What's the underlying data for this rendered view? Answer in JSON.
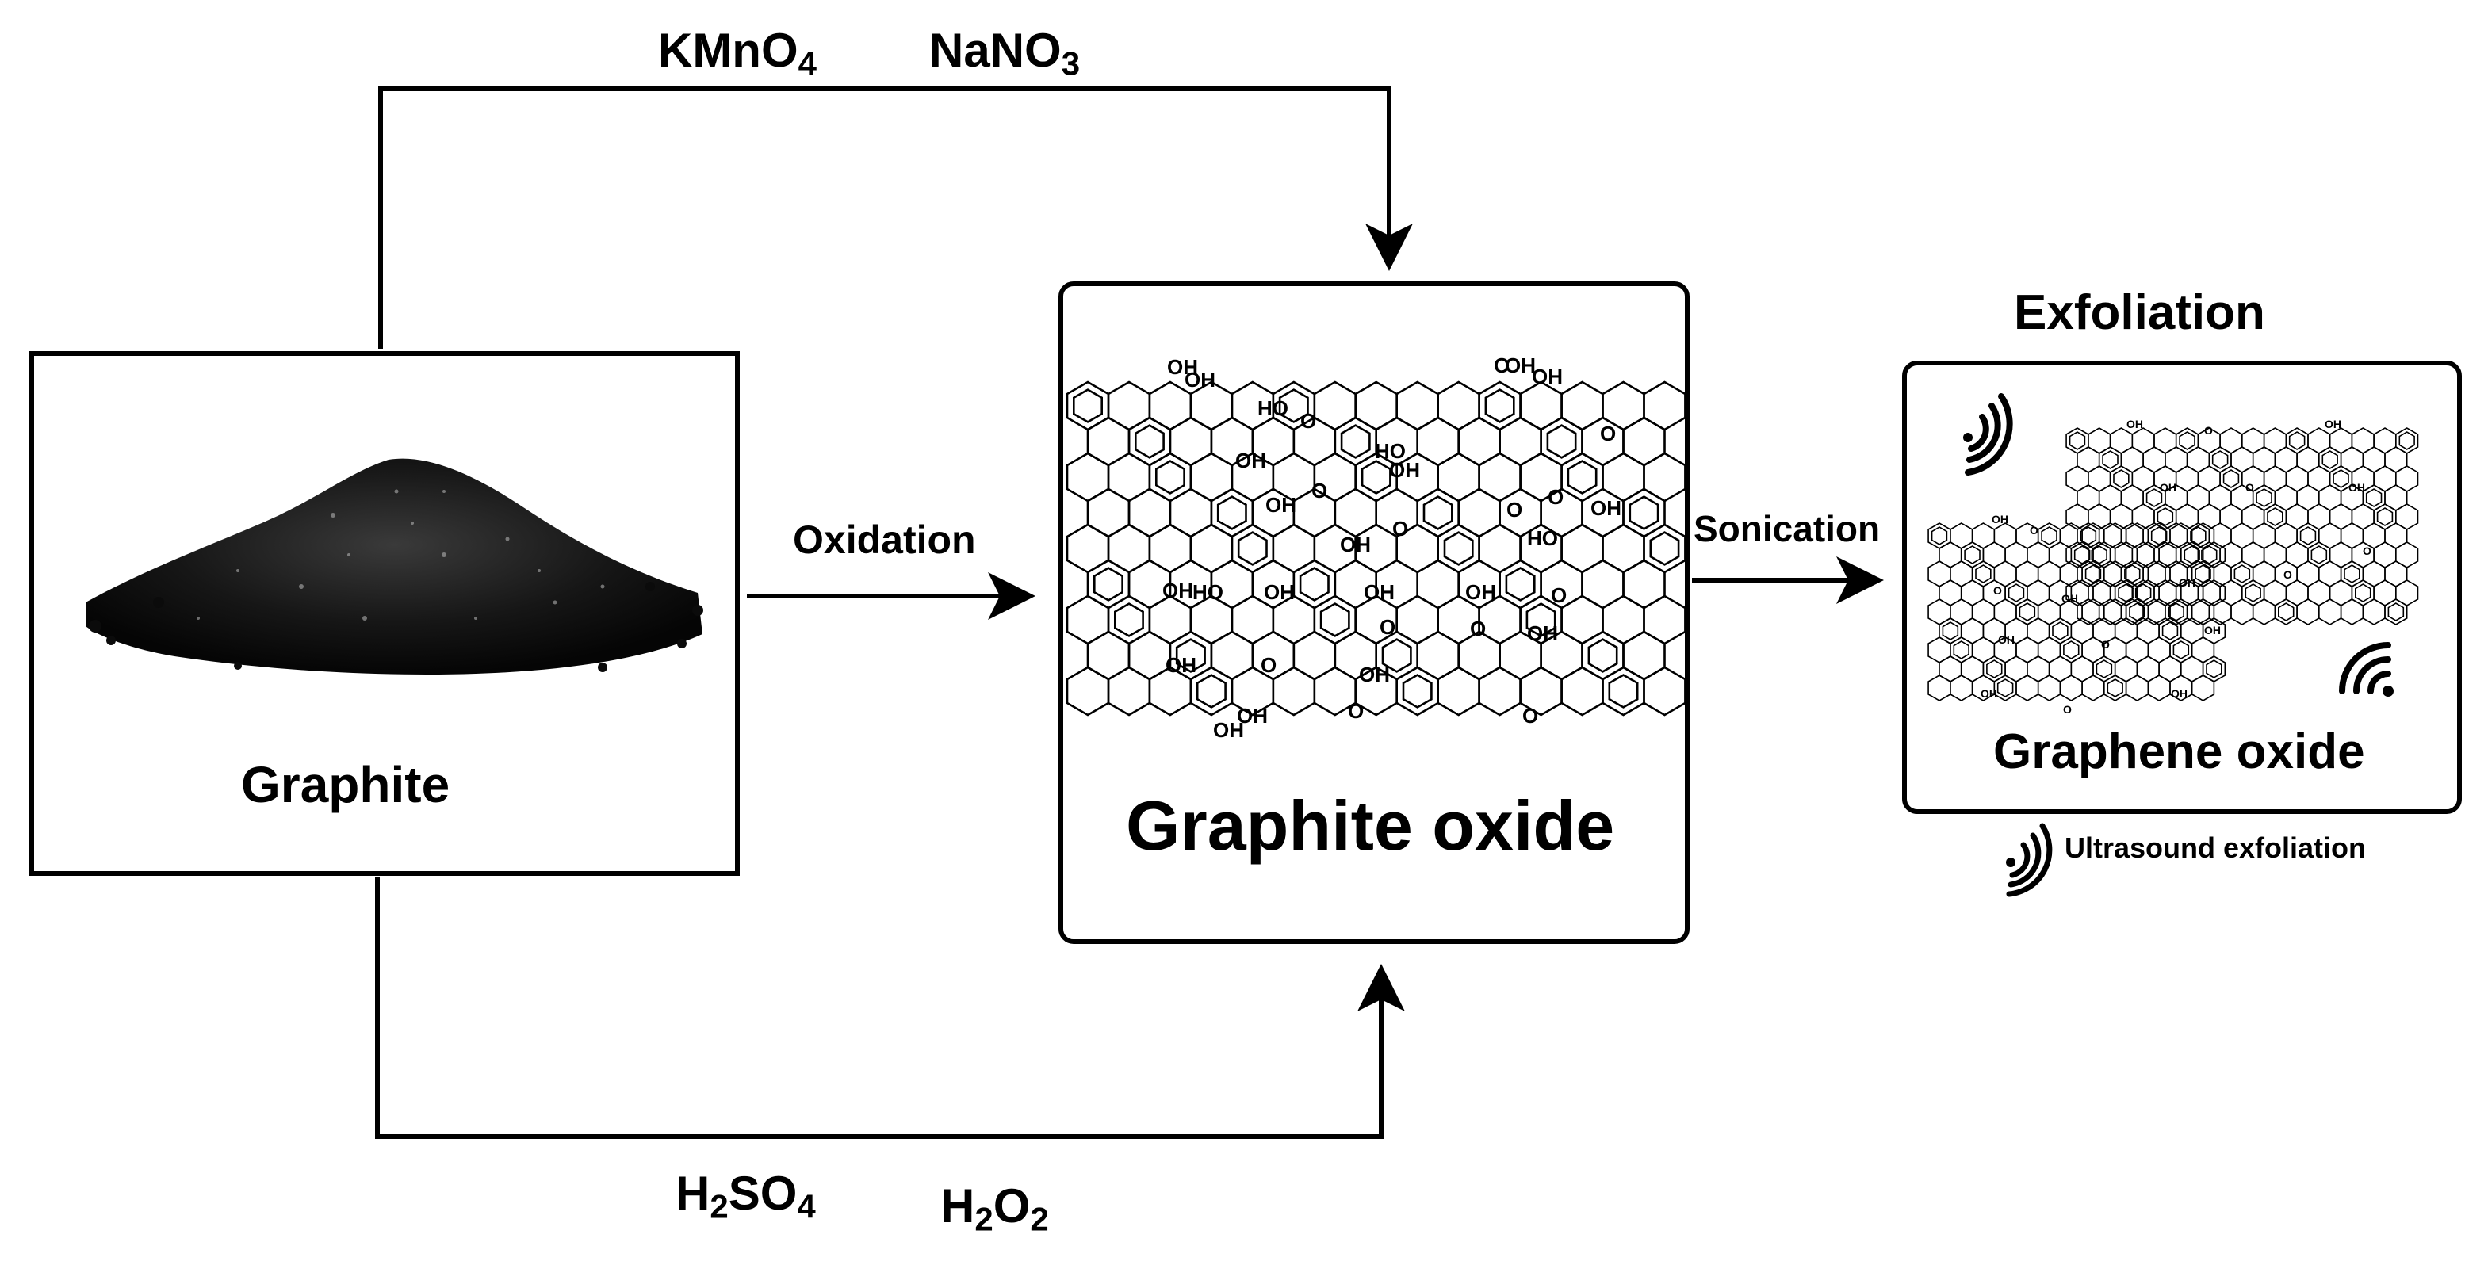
{
  "reagents_top": {
    "kmno4": {
      "base": "KMnO",
      "sub": "4"
    },
    "nano3": {
      "base": "NaNO",
      "sub": "3"
    }
  },
  "reagents_bottom": {
    "h2so4": {
      "p1": "H",
      "s1": "2",
      "p2": "SO",
      "s2": "4"
    },
    "h2o2": {
      "p1": "H",
      "s1": "2",
      "p2": "O",
      "s2": "2"
    }
  },
  "steps": {
    "oxidation": "Oxidation",
    "sonication": "Sonication",
    "exfoliation": "Exfoliation"
  },
  "boxes": {
    "graphite": "Graphite",
    "graphite_oxide": "Graphite oxide",
    "graphene_oxide": "Graphene oxide"
  },
  "legend": {
    "ultrasound": "Ultrasound exfoliation",
    "icon": "ultrasound-waves-icon"
  },
  "molecule_labels": {
    "hydroxyl": "OH",
    "hydroxyl_alt": "HO",
    "epoxy": "O"
  },
  "colors": {
    "line": "#000000",
    "graphite_powder": "#141414"
  }
}
